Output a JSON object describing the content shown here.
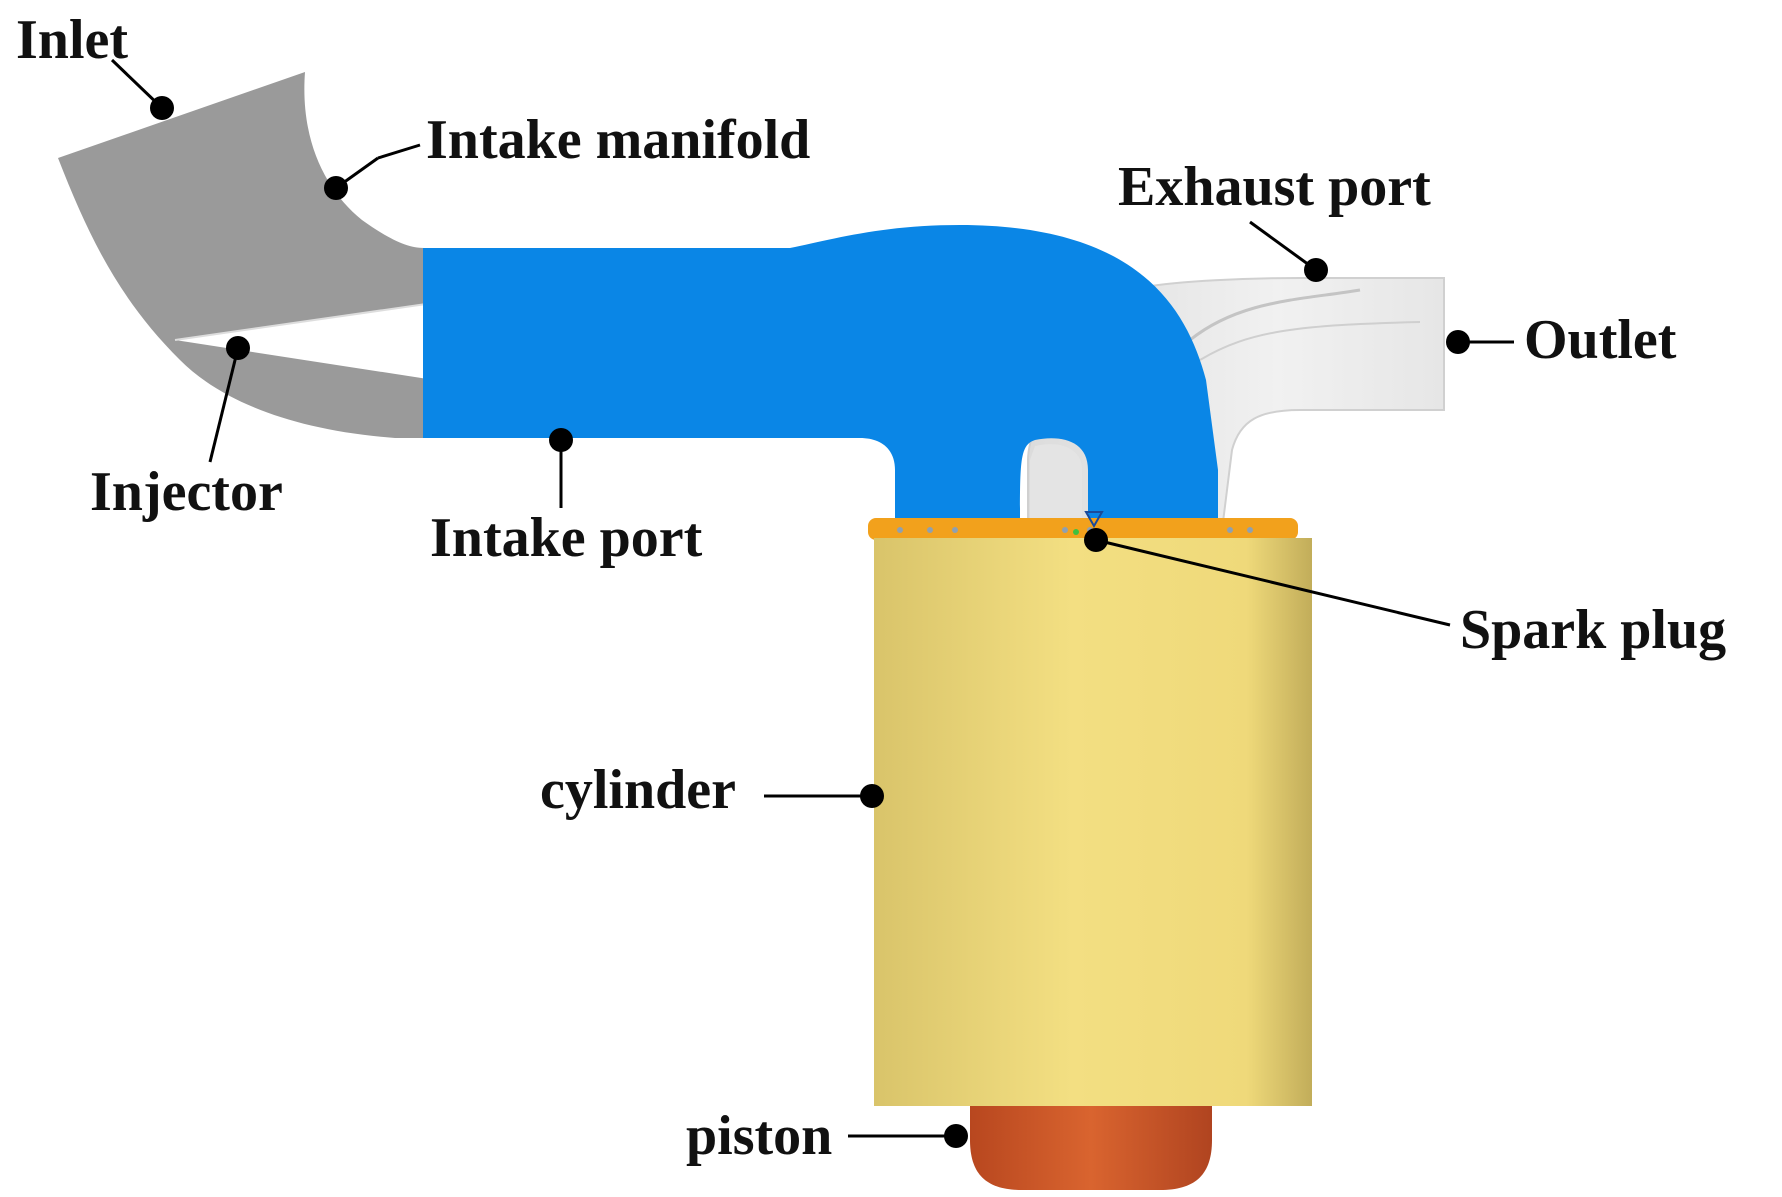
{
  "labels": {
    "inlet": "Inlet",
    "intake_manifold": "Intake manifold",
    "injector": "Injector",
    "intake_port": "Intake port",
    "exhaust_port": "Exhaust port",
    "outlet": "Outlet",
    "spark_plug": "Spark plug",
    "cylinder": "cylinder",
    "piston": "piston"
  },
  "colors": {
    "manifold": "#9a9a9a",
    "intake_port": "#0a86e6",
    "exhaust_port": "#ebebeb",
    "cylinder": "#efd97a",
    "cylinder_head_ring": "#f2a11c",
    "piston": "#cf5a2c"
  }
}
